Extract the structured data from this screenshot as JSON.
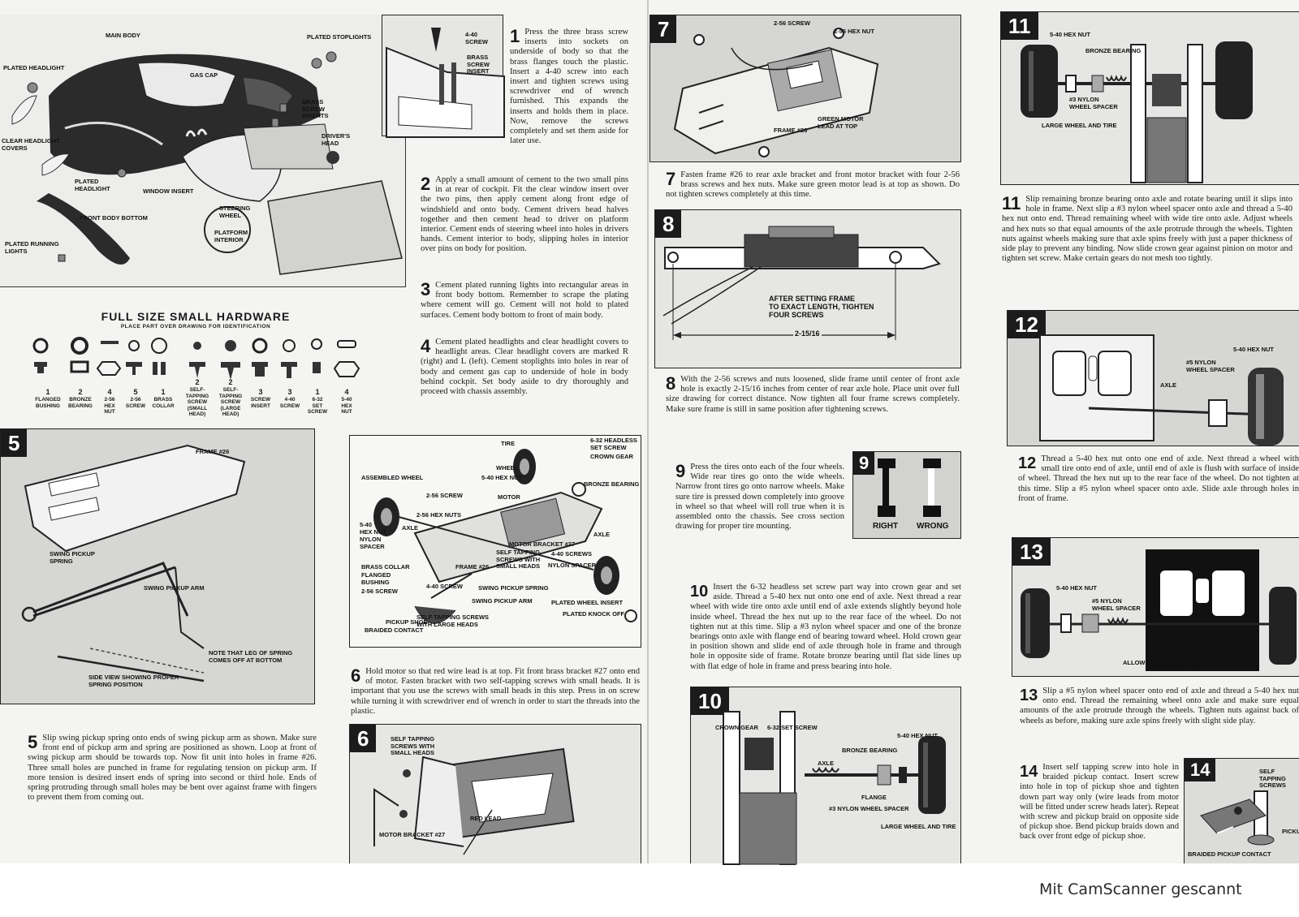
{
  "footer": "Mit CamScanner gescannt",
  "hardware": {
    "title": "FULL SIZE SMALL HARDWARE",
    "subtitle": "PLACE PART OVER DRAWING FOR IDENTIFICATION",
    "items": [
      {
        "qty": "1",
        "name": "FLANGED\nBUSHING"
      },
      {
        "qty": "2",
        "name": "BRONZE\nBEARING"
      },
      {
        "qty": "4",
        "name": "2-56\nHEX\nNUT"
      },
      {
        "qty": "5",
        "name": "2-56\nSCREW"
      },
      {
        "qty": "1",
        "name": "BRASS\nCOLLAR"
      },
      {
        "qty": "2",
        "name": "SELF-\nTAPPING\nSCREW\n(SMALL\nHEAD)"
      },
      {
        "qty": "2",
        "name": "SELF-\nTAPPING\nSCREW\n(LARGE\nHEAD)"
      },
      {
        "qty": "3",
        "name": "SCREW\nINSERT"
      },
      {
        "qty": "3",
        "name": "4-40\nSCREW"
      },
      {
        "qty": "1",
        "name": "6-32\nSET\nSCREW"
      },
      {
        "qty": "4",
        "name": "5-40\nHEX\nNUT"
      }
    ]
  },
  "labels": {
    "body": [
      "MAIN BODY",
      "PLATED STOPLIGHTS",
      "PLATED HEADLIGHT",
      "GAS CAP",
      "BRASS\nSCREW\nINSERTS",
      "CLEAR HEADLIGHT\nCOVERS",
      "DRIVER'S\nHEAD",
      "PLATED\nHEADLIGHT",
      "WINDOW INSERT",
      "FRONT BODY BOTTOM",
      "STEERING\nWHEEL",
      "PLATFORM\nINTERIOR",
      "PLATED RUNNING\nLIGHTS"
    ],
    "fig1": [
      "4-40\nSCREW",
      "BRASS\nSCREW\nINSERT"
    ],
    "fig5": [
      "FRAME #26",
      "SWING PICKUP\nSPRING",
      "SWING PICKUP ARM",
      "NOTE THAT LEG OF SPRING\nCOMES OFF AT BOTTOM",
      "SIDE VIEW SHOWING PROPER\nSPRING POSITION"
    ],
    "assembly": [
      "TIRE",
      "6-32 HEADLESS\nSET SCREW",
      "WHEEL",
      "CROWN GEAR",
      "ASSEMBLED WHEEL",
      "5-40 HEX NUT",
      "BRONZE BEARING",
      "2-56 SCREW",
      "MOTOR",
      "2-56 HEX NUTS",
      "5-40\nHEX NUT",
      "AXLE",
      "NYLON\nSPACER",
      "AXLE",
      "MOTOR BRACKET #27",
      "SELF TAPPING\nSCREWS WITH\nSMALL HEADS",
      "4-40 SCREWS",
      "BRASS COLLAR",
      "FRAME #26",
      "NYLON SPACER",
      "FLANGED\nBUSHING",
      "2-56 SCREW",
      "4-40 SCREW",
      "SWING PICKUP SPRING",
      "SWING PICKUP ARM",
      "PLATED WHEEL INSERT",
      "PICKUP SHOE",
      "SELF TAPPING SCREWS\nWITH LARGE HEADS",
      "PLATED KNOCK OFF",
      "BRAIDED CONTACT"
    ],
    "fig6": [
      "SELF TAPPING\nSCREWS WITH\nSMALL HEADS",
      "RED LEAD",
      "MOTOR BRACKET #27"
    ],
    "fig7": [
      "2-56 SCREW",
      "2-56 HEX NUT",
      "GREEN MOTOR\nLEAD AT TOP",
      "FRAME #26"
    ],
    "fig8": [
      "AFTER SETTING FRAME\nTO EXACT LENGTH, TIGHTEN\nFOUR SCREWS",
      "2-15/16"
    ],
    "fig9": [
      "RIGHT",
      "WRONG"
    ],
    "fig10": [
      "CROWN GEAR",
      "6-32 SET SCREW",
      "5-40 HEX NUT",
      "BRONZE BEARING",
      "AXLE",
      "FLANGE",
      "#3 NYLON WHEEL SPACER",
      "LARGE WHEEL AND TIRE"
    ],
    "fig11": [
      "5-40 HEX NUT",
      "BRONZE BEARING",
      "#3 NYLON\nWHEEL SPACER",
      "LARGE WHEEL AND TIRE"
    ],
    "fig12": [
      "5-40 HEX NUT",
      "#5 NYLON\nWHEEL SPACER",
      "AXLE"
    ],
    "fig13": [
      "5-40 HEX NUT",
      "#5 NYLON\nWHEEL SPACER",
      "ALLOW SLIGHT SIDE PLAY"
    ],
    "fig14": [
      "SELF TAPPING\nSCREWS",
      "PICKUP",
      "BRAIDED PICKUP CONTACT"
    ]
  },
  "steps": [
    {
      "n": "1",
      "text": "Press the three brass screw inserts into sockets on underside of body so that the brass flanges touch the plastic. Insert a 4-40 screw into each insert and tighten screws using screwdriver end of wrench furnished. This expands the inserts and holds them in place. Now, remove the screws completely and set them aside for later use."
    },
    {
      "n": "2",
      "text": "Apply a small amount of cement to the two small pins in at rear of cockpit. Fit the clear window insert over the two pins, then apply cement along front edge of windshield and onto body. Cement drivers head halves together and then cement head to driver on platform interior. Cement ends of steering wheel into holes in drivers hands. Cement interior to body, slipping holes in interior over pins on body for position."
    },
    {
      "n": "3",
      "text": "Cement plated running lights into rectangular areas in front body bottom. Remember to scrape the plating where cement will go. Cement will not hold to plated surfaces. Cement body bottom to front of main body."
    },
    {
      "n": "4",
      "text": "Cement plated headlights and clear headlight covers to headlight areas. Clear headlight covers are marked R (right) and L (left). Cement stoplights into holes in rear of body and cement gas cap to underside of hole in body behind cockpit. Set body aside to dry thoroughly and proceed with chassis assembly."
    },
    {
      "n": "5",
      "text": "Slip swing pickup spring onto ends of swing pickup arm as shown. Make sure front end of pickup arm and spring are positioned as shown. Loop at front of swing pickup arm should be towards top. Now fit unit into holes in frame #26. Three small holes are punched in frame for regulating tension on pickup arm. If more tension is desired insert ends of spring into second or third hole. Ends of spring protruding through small holes may be bent over against frame with fingers to prevent them from coming out."
    },
    {
      "n": "6",
      "text": "Hold motor so that red wire lead is at top. Fit front brass bracket #27 onto end of motor. Fasten bracket with two self-tapping screws with small heads. It is important that you use the screws with small heads in this step. Press in on screw while turning it with screwdriver end of wrench in order to start the threads into the plastic."
    },
    {
      "n": "7",
      "text": "Fasten frame #26 to rear axle bracket and front motor bracket with four 2-56 brass screws and hex nuts. Make sure green motor lead is at top as shown. Do not tighten screws completely at this time."
    },
    {
      "n": "8",
      "text": "With the 2-56 screws and nuts loosened, slide frame until center of front axle hole is exactly 2-15/16 inches from center of rear axle hole. Place unit over full size drawing for correct distance. Now tighten all four frame screws completely. Make sure frame is still in same position after tightening screws."
    },
    {
      "n": "9",
      "text": "Press the tires onto each of the four wheels. Wide rear tires go onto the wide wheels. Narrow front tires go onto narrow wheels. Make sure tire is pressed down completely into groove in wheel so that wheel will roll true when it is assembled onto the chassis. See cross section drawing for proper tire mounting."
    },
    {
      "n": "10",
      "text": "Insert the 6-32 headless set screw part way into crown gear and set aside. Thread a 5-40 hex nut onto one end of axle. Next thread a rear wheel with wide tire onto axle until end of axle extends slightly beyond hole inside wheel. Thread the hex nut up to the rear face of the wheel. Do not tighten nut at this time. Slip a #3 nylon wheel spacer and one of the bronze bearings onto axle with flange end of bearing toward wheel. Hold crown gear in position shown and slide end of axle through hole in frame and through hole in opposite side of frame. Rotate bronze bearing until flat side lines up with flat edge of hole in frame and press bearing into hole."
    },
    {
      "n": "11",
      "text": "Slip remaining bronze bearing onto axle and rotate bearing until it slips into hole in frame. Next slip a #3 nylon wheel spacer onto axle and thread a 5-40 hex nut onto end. Thread remaining wheel with wide tire onto axle. Adjust wheels and hex nuts so that equal amounts of the axle protrude through the wheels. Tighten nuts against wheels making sure that axle spins freely with just a paper thickness of side play to prevent any binding. Now slide crown gear against pinion on motor and tighten set screw. Make certain gears do not mesh too tightly."
    },
    {
      "n": "12",
      "text": "Thread a 5-40 hex nut onto one end of axle. Next thread a wheel with small tire onto end of axle, until end of axle is flush with surface of inside of wheel. Thread the hex nut up to the rear face of the wheel. Do not tighten at this time. Slip a #5 nylon wheel spacer onto axle. Slide axle through holes in front of frame."
    },
    {
      "n": "13",
      "text": "Slip a #5 nylon wheel spacer onto end of axle and thread a 5-40 hex nut onto end. Thread the remaining wheel onto axle and make sure equal amounts of the axle protrude through the wheels. Tighten nuts against back of wheels as before, making sure axle spins freely with slight side play."
    },
    {
      "n": "14",
      "text": "Insert self tapping screw into hole in braided pickup contact. Insert screw into hole in top of pickup shoe and tighten down part way only (wire leads from motor will be fitted under screw heads later). Repeat with screw and pickup braid on opposite side of pickup shoe. Bend pickup braids down and back over front edge of pickup shoe."
    }
  ],
  "figures": {
    "fig5": "5",
    "fig6": "6",
    "fig7": "7",
    "fig8": "8",
    "fig9": "9",
    "fig10": "10",
    "fig11": "11",
    "fig12": "12",
    "fig13": "13",
    "fig14": "14"
  }
}
